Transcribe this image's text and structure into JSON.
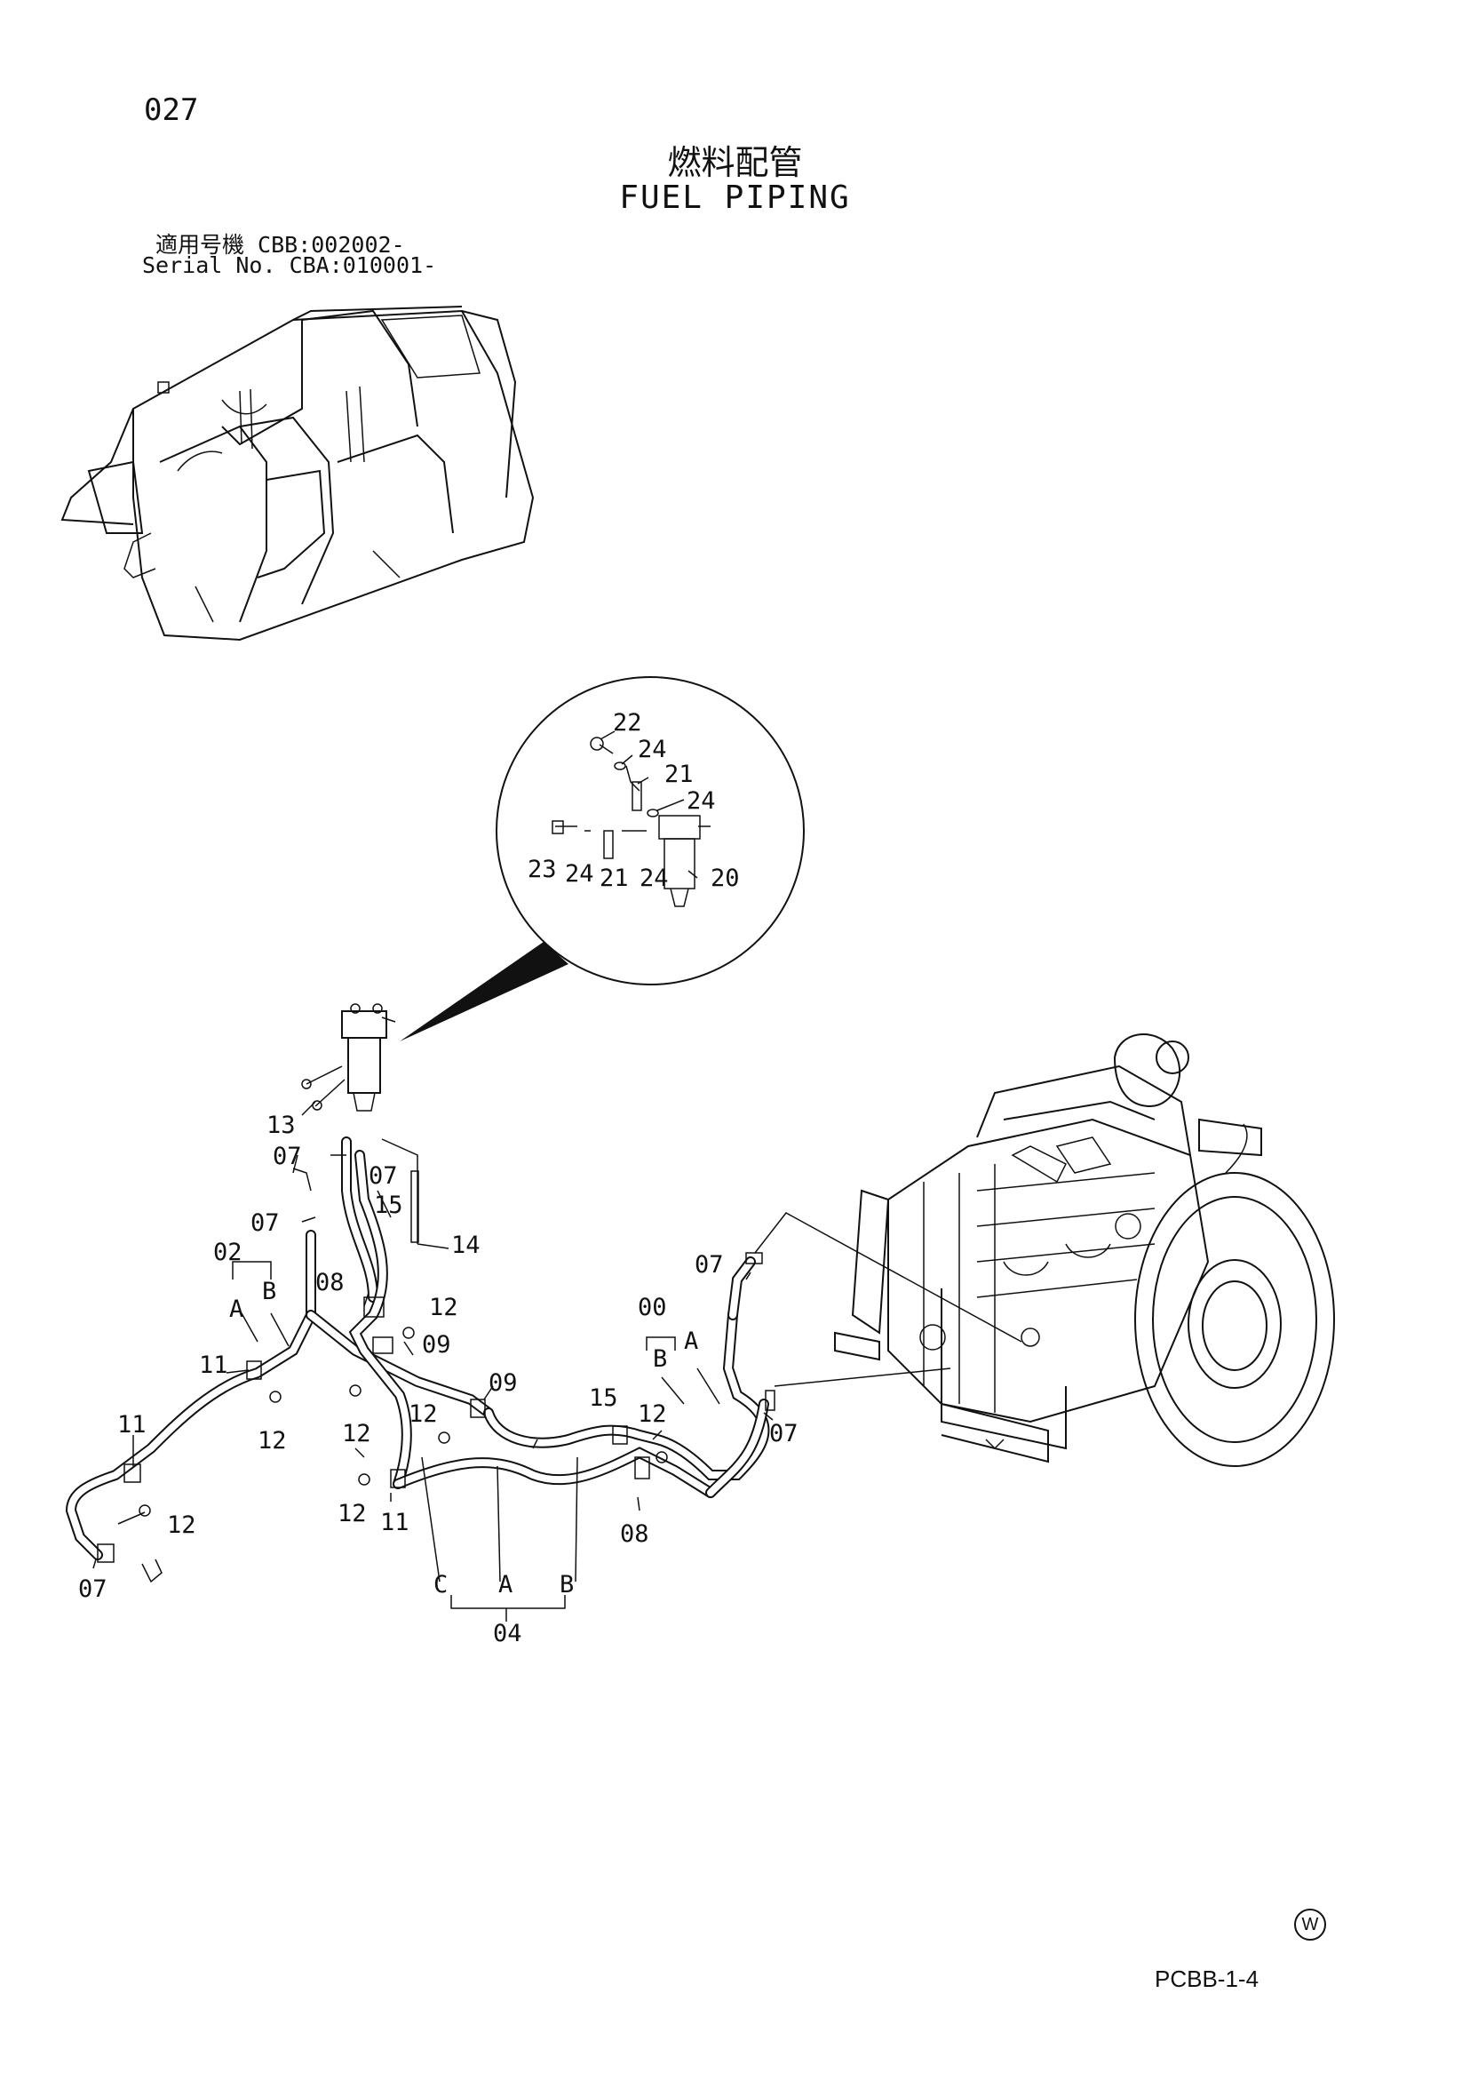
{
  "header": {
    "page_number": "027",
    "title_jp": "燃料配管",
    "title_en": "FUEL PIPING",
    "serial_line_1": "適用号機  CBB:002002-",
    "serial_line_2": "Serial No. CBA:010001-"
  },
  "footer": {
    "code": "PCBB-1-4",
    "mark": "W"
  },
  "callouts": {
    "c22": "22",
    "c24a": "24",
    "c21a": "21",
    "c24b": "24",
    "c23": "23",
    "c24c": "24",
    "c21b": "21",
    "c24d": "24",
    "c20": "20",
    "c13": "13",
    "c07a": "07",
    "c07b": "07",
    "c07c": "07",
    "c15a": "15",
    "c14": "14",
    "c02": "02",
    "cA1": "A",
    "cB1": "B",
    "c08a": "08",
    "c12a": "12",
    "c09a": "09",
    "c11a": "11",
    "c12b": "12",
    "c12c": "12",
    "c09b": "09",
    "c11b": "11",
    "c12d": "12",
    "c12e": "12",
    "c11c": "11",
    "c07d": "07",
    "c12f": "12",
    "c07e": "07",
    "c00": "00",
    "cA2": "A",
    "cB2": "B",
    "c15b": "15",
    "c12g": "12",
    "c07f": "07",
    "c08b": "08",
    "cC3": "C",
    "cA3": "A",
    "cB3": "B",
    "c04": "04"
  }
}
